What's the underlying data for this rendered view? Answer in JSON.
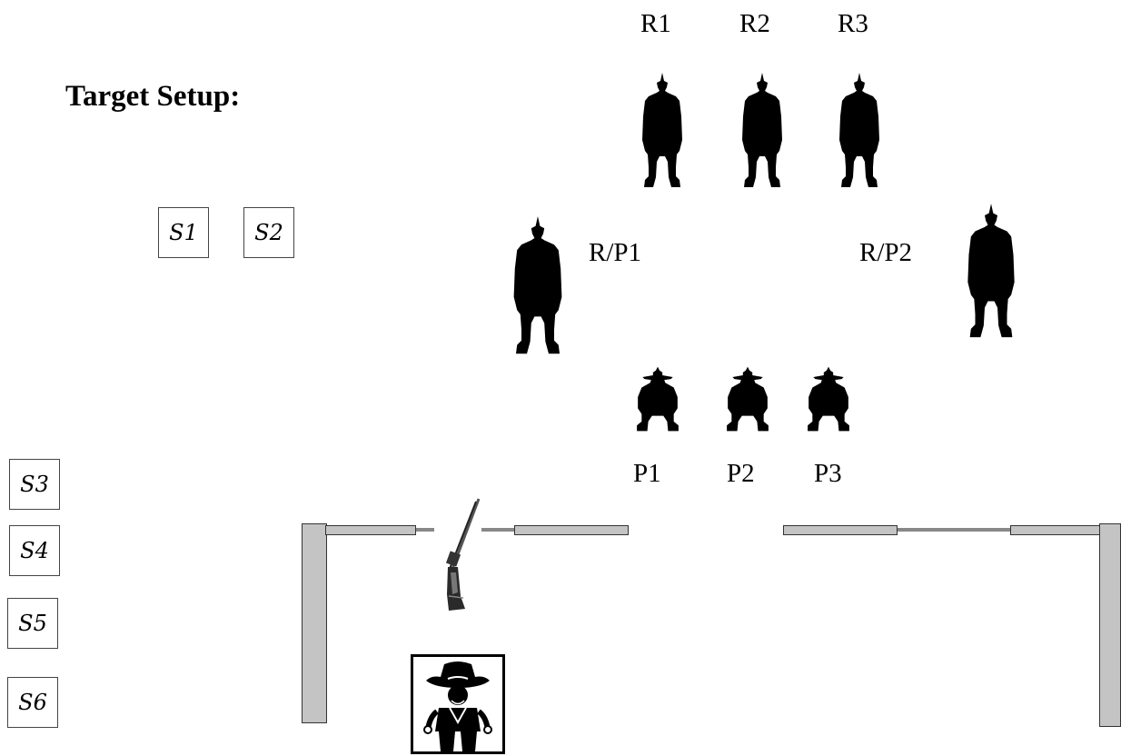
{
  "title": "Target Setup:",
  "rifle_targets": [
    "R1",
    "R2",
    "R3"
  ],
  "pistol_targets": [
    "P1",
    "P2",
    "P3"
  ],
  "shared_targets": [
    "R/P1",
    "R/P2"
  ],
  "shotgun_targets": [
    "S1",
    "S2",
    "S3",
    "S4",
    "S5",
    "S6"
  ],
  "colors": {
    "silhouette": "#000000",
    "wall": "#c4c4c4",
    "wall_border": "#333333",
    "rail": "#888888"
  },
  "icons": [
    "rifle-target-silhouette",
    "pistol-target-silhouette",
    "rifle-icon",
    "cowboy-shooter-icon"
  ]
}
